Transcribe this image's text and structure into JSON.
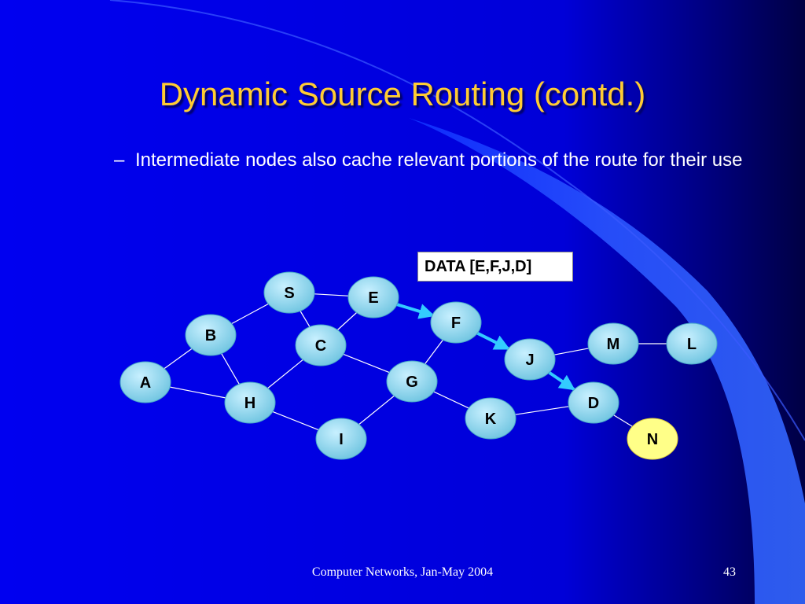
{
  "slide": {
    "title": "Dynamic Source Routing (contd.)",
    "bullet_marker": "–",
    "bullet_text": "Intermediate nodes also cache relevant portions of the route for their use",
    "footer": "Computer Networks, Jan-May 2004",
    "page_number": "43"
  },
  "packet_label": "DATA [E,F,J,D]",
  "colors": {
    "background": "#0000e8",
    "accent_sweep": "#3366ff",
    "title": "#ffcc33",
    "node_fill": "#7fd0e8",
    "highlight_node_fill": "#ffff88",
    "route_arrow": "#33ccff",
    "edge": "#ffffff"
  },
  "nodes": [
    {
      "id": "S",
      "label": "S",
      "highlight": false
    },
    {
      "id": "E",
      "label": "E",
      "highlight": false
    },
    {
      "id": "F",
      "label": "F",
      "highlight": false
    },
    {
      "id": "B",
      "label": "B",
      "highlight": false
    },
    {
      "id": "C",
      "label": "C",
      "highlight": false
    },
    {
      "id": "M",
      "label": "M",
      "highlight": false
    },
    {
      "id": "L",
      "label": "L",
      "highlight": false
    },
    {
      "id": "J",
      "label": "J",
      "highlight": false
    },
    {
      "id": "A",
      "label": "A",
      "highlight": false
    },
    {
      "id": "G",
      "label": "G",
      "highlight": false
    },
    {
      "id": "H",
      "label": "H",
      "highlight": false
    },
    {
      "id": "D",
      "label": "D",
      "highlight": false
    },
    {
      "id": "K",
      "label": "K",
      "highlight": false
    },
    {
      "id": "I",
      "label": "I",
      "highlight": false
    },
    {
      "id": "N",
      "label": "N",
      "highlight": true
    }
  ],
  "edges": [
    [
      "S",
      "E"
    ],
    [
      "S",
      "B"
    ],
    [
      "S",
      "C"
    ],
    [
      "E",
      "C"
    ],
    [
      "B",
      "A"
    ],
    [
      "B",
      "H"
    ],
    [
      "A",
      "H"
    ],
    [
      "C",
      "G"
    ],
    [
      "C",
      "H"
    ],
    [
      "F",
      "G"
    ],
    [
      "G",
      "I"
    ],
    [
      "H",
      "I"
    ],
    [
      "G",
      "K"
    ],
    [
      "K",
      "D"
    ],
    [
      "J",
      "M"
    ],
    [
      "M",
      "L"
    ],
    [
      "D",
      "N"
    ]
  ],
  "route_hops": [
    [
      "E",
      "F"
    ],
    [
      "F",
      "J"
    ],
    [
      "J",
      "D"
    ]
  ]
}
